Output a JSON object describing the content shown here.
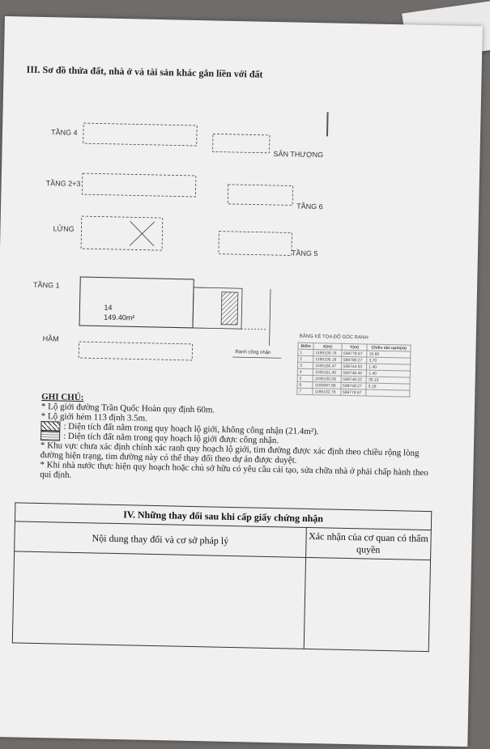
{
  "section3": {
    "title": "III. Sơ đồ thửa đất, nhà ở và tài sản khác gắn liền với đất"
  },
  "floors": {
    "tang4": "TẦNG 4",
    "san_thuong": "SÂN THƯỢNG",
    "tang23": "TẦNG 2+3",
    "tang6": "TẦNG 6",
    "lung": "LỬNG",
    "tang5": "TẦNG 5",
    "tang1": "TẦNG 1",
    "ham": "HẦM"
  },
  "plan": {
    "area": "149.40m²",
    "lot_no": "14",
    "boundary": "Ranh công nhận"
  },
  "coords": {
    "title": "BẢNG KÊ TỌA ĐỘ GÓC RANH",
    "headers": [
      "Điểm",
      "X(m)",
      "Y(m)",
      "Chiều dài cạnh(m)"
    ],
    "rows": [
      [
        "1",
        "1195100.76",
        "599778.67",
        "16.60"
      ],
      [
        "2",
        "1195105.18",
        "599780.27",
        "3.70"
      ],
      [
        "3",
        "1195100.47",
        "599744.53",
        "1.40"
      ],
      [
        "4",
        "1195101.40",
        "599748.45",
        "1.40"
      ],
      [
        "5",
        "1195100.09",
        "599748.22",
        "30.15"
      ],
      [
        "6",
        "1195097.66",
        "599748.27",
        "5.16"
      ],
      [
        "7",
        "1195102.76",
        "599778.67",
        ""
      ]
    ]
  },
  "notes": {
    "head": "GHI CHÚ:",
    "line1": "* Lộ giới đường Trần Quốc Hoàn quy định 60m.",
    "line2": "* Lộ giới hẻm 113 định 3.5m.",
    "legend1": ": Diện tích đất nằm trong quy hoạch lộ giới, không công nhận (21.4m²).",
    "legend2": ": Diện tích đất nằm trong quy hoạch lộ giới được công nhận.",
    "line3": "* Khu vực chưa xác định chính xác ranh quy hoạch lộ giới, tim đường được xác định theo chiều rộng lòng đường hiện trạng, tim đường này có thể thay đổi theo dự án được duyệt.",
    "line4": "* Khi nhà nước thực hiện quy hoạch hoặc chủ sở hữu có yêu cầu cải tạo, sửa chữa nhà ở phải chấp hành theo qui định."
  },
  "section4": {
    "title": "IV. Những thay đổi sau khi cấp giấy chứng nhận",
    "col1": "Nội dung thay đổi và cơ sở pháp lý",
    "col2": "Xác nhận của cơ quan có thẩm quyền"
  }
}
